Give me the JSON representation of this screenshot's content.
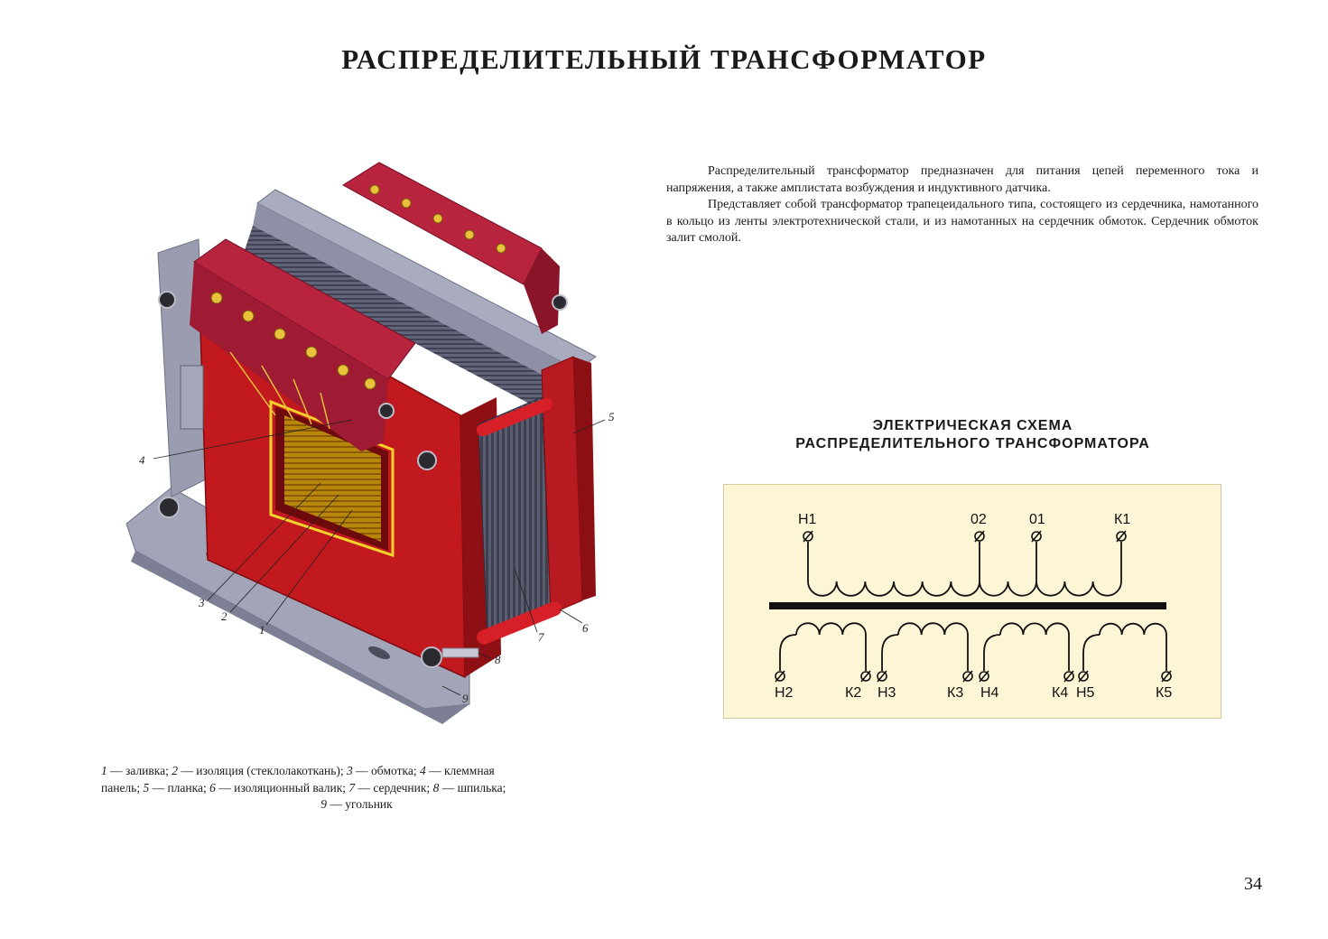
{
  "page": {
    "title": "РАСПРЕДЕЛИТЕЛЬНЫЙ ТРАНСФОРМАТОР",
    "number": "34"
  },
  "intro": {
    "paragraph_1": "Распределительный трансформатор предназначен для питания цепей переменного тока и напряжения, а также амплистата возбуждения и индуктивного датчика.",
    "paragraph_2": "Представляет собой трансформатор трапецеидального типа, состоящего из сердечника, намотанного в кольцо из ленты электротехнической стали, и из намотанных на сердечник обмоток. Сердечник обмоток залит смолой."
  },
  "illustration": {
    "callouts": [
      "1",
      "2",
      "3",
      "4",
      "5",
      "6",
      "7",
      "8",
      "9"
    ],
    "colors": {
      "casting": "#c2191f",
      "casting_dark": "#8e0f14",
      "terminal_panel": "#b8243e",
      "core": "#55586a",
      "plate": "#9ea0b4",
      "insulation": "#f2d22b"
    }
  },
  "caption": {
    "n1": "1",
    "t1": " — заливка; ",
    "n2": "2",
    "t2": " — изоляция (стеклолакоткань); ",
    "n3": "3",
    "t3": " — обмотка; ",
    "n4": "4",
    "t4": " — клеммная",
    "t4b": "панель; ",
    "n5": "5",
    "t5": " — планка; ",
    "n6": "6",
    "t6": " — изоляционный валик; ",
    "n7": "7",
    "t7": " — сердечник; ",
    "n8": "8",
    "t8": " — шпилька;",
    "n9": "9",
    "t9": " — угольник"
  },
  "schema": {
    "heading_line_1": "ЭЛЕКТРИЧЕСКАЯ СХЕМА",
    "heading_line_2": "РАСПРЕДЕЛИТЕЛЬНОГО ТРАНСФОРМАТОРА",
    "primary_terminals": [
      "Н1",
      "02",
      "01",
      "К1"
    ],
    "secondary_terminals": [
      "Н2",
      "К2",
      "Н3",
      "К3",
      "Н4",
      "К4",
      "Н5",
      "К5"
    ],
    "colors": {
      "background": "#fdf6d6",
      "line": "#111111"
    }
  }
}
